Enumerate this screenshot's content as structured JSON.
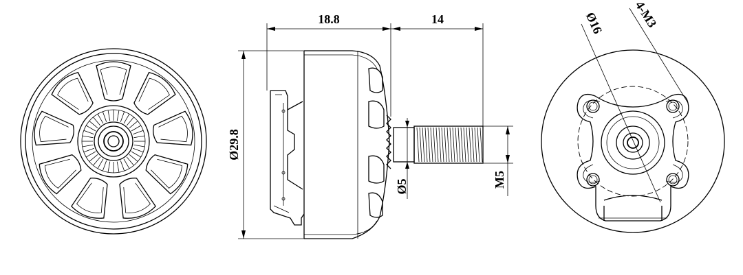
{
  "dimensions": {
    "overall_length": "18.8",
    "shaft_length": "14",
    "outer_diameter": "Ø29.8",
    "shaft_base_diameter": "Ø5",
    "thread_size": "M5",
    "bolt_circle_diameter": "Ø16",
    "mount_holes": "4-M3"
  },
  "colors": {
    "line": "#000000",
    "background": "#ffffff"
  }
}
